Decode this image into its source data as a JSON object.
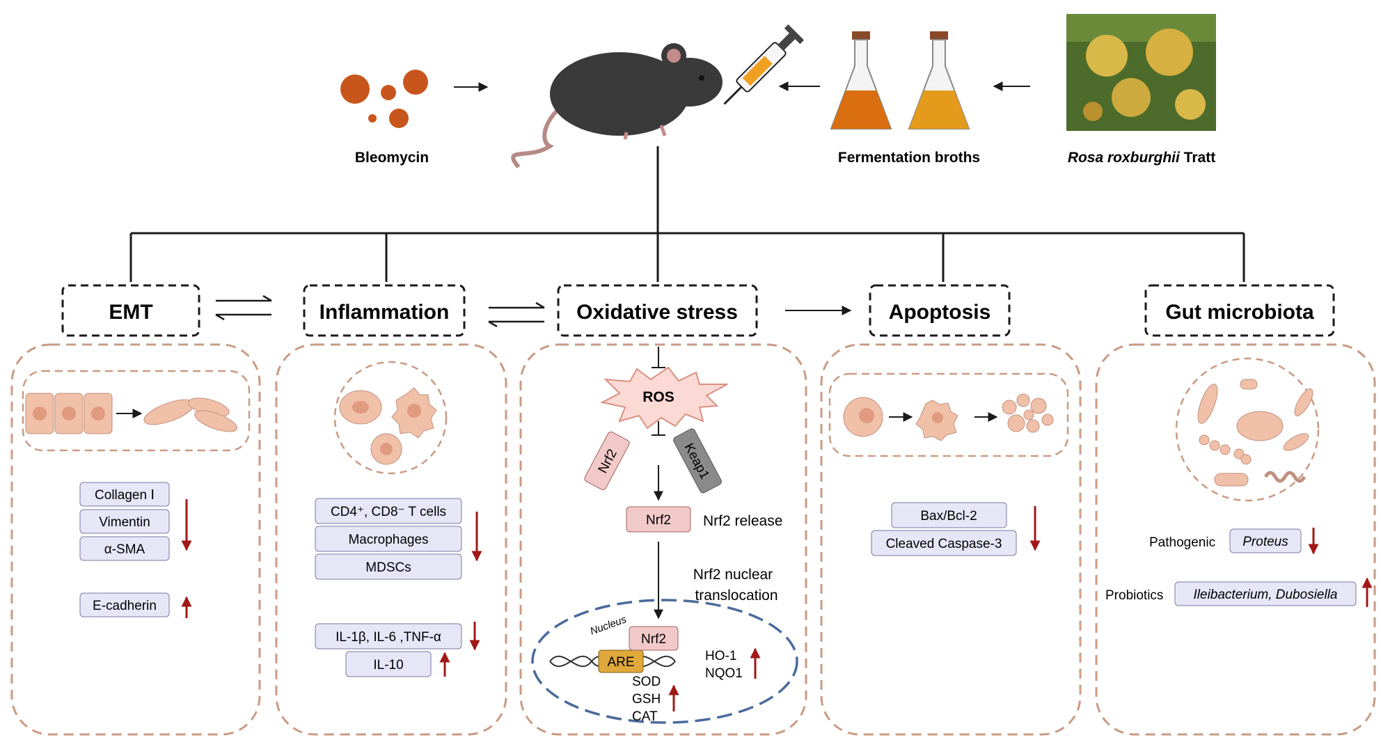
{
  "top": {
    "bleomycin": "Bleomycin",
    "fermentation": "Fermentation broths",
    "rosa_italic": "Rosa roxburghii",
    "rosa_rest": " Tratt"
  },
  "headers": {
    "emt": "EMT",
    "inflammation": "Inflammation",
    "oxidative": "Oxidative stress",
    "apoptosis": "Apoptosis",
    "gut": "Gut microbiota"
  },
  "emt": {
    "markers_down": [
      "Collagen Ⅰ",
      "Vimentin",
      "α-SMA"
    ],
    "marker_up": "E-cadherin"
  },
  "inflammation": {
    "cells_down": [
      "CD4⁺, CD8⁻ T cells",
      "Macrophages",
      "MDSCs"
    ],
    "cytokines_down": "IL-1β, IL-6 ,TNF-α",
    "cytokine_up": "IL-10"
  },
  "oxidative": {
    "ros": "ROS",
    "nrf2": "Nrf2",
    "keap1": "Keap1",
    "nrf2_released": "Nrf2",
    "nrf2_release_text": "Nrf2 release",
    "translocation_line1": "Nrf2 nuclear",
    "translocation_line2": "translocation",
    "nucleus": "Nucleus",
    "nrf2_nuclear": "Nrf2",
    "are": "ARE",
    "targets_up": [
      "HO-1",
      "NQO1"
    ],
    "enzymes_up": [
      "SOD",
      "GSH",
      "CAT"
    ]
  },
  "apoptosis": {
    "markers_down": [
      "Bax/Bcl-2",
      "Cleaved Caspase-3"
    ]
  },
  "gut": {
    "pathogenic_label": "Pathogenic",
    "pathogenic_value": "Proteus",
    "probiotics_label": "Probiotics",
    "probiotics_value": "Ileibacterium, Dubosiella"
  },
  "colors": {
    "dashed_panel": "#c99a84",
    "marker_fill": "#e6e6f7",
    "marker_stroke": "#7a7aa0",
    "red_arrow": "#a01818",
    "nrf2_fill": "#f2c9c9",
    "keap1_fill": "#888888",
    "are_fill": "#e0a83a",
    "nucleus_stroke": "#4a6a9a",
    "cell_fill": "#f0c0a8"
  }
}
